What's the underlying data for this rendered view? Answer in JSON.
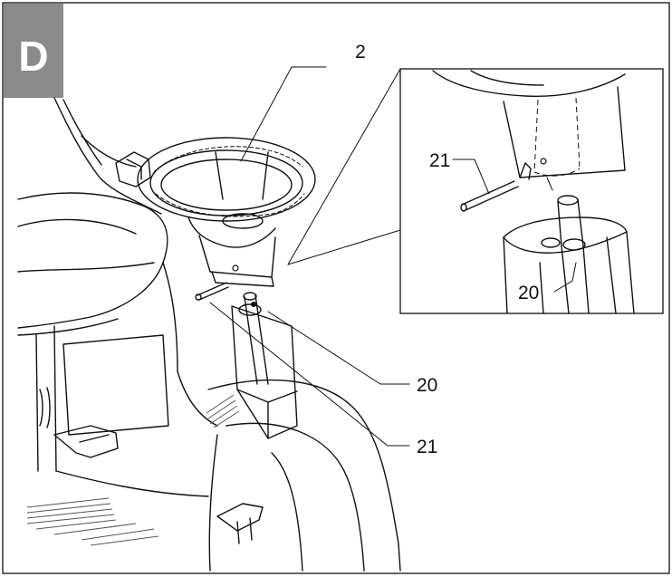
{
  "step": {
    "letter": "D",
    "badge_color": "#8a8a8a"
  },
  "callouts": {
    "steering_wheel": "2",
    "shaft_main": "20",
    "pin_main": "21",
    "pin_inset": "21",
    "shaft_inset": "20"
  }
}
